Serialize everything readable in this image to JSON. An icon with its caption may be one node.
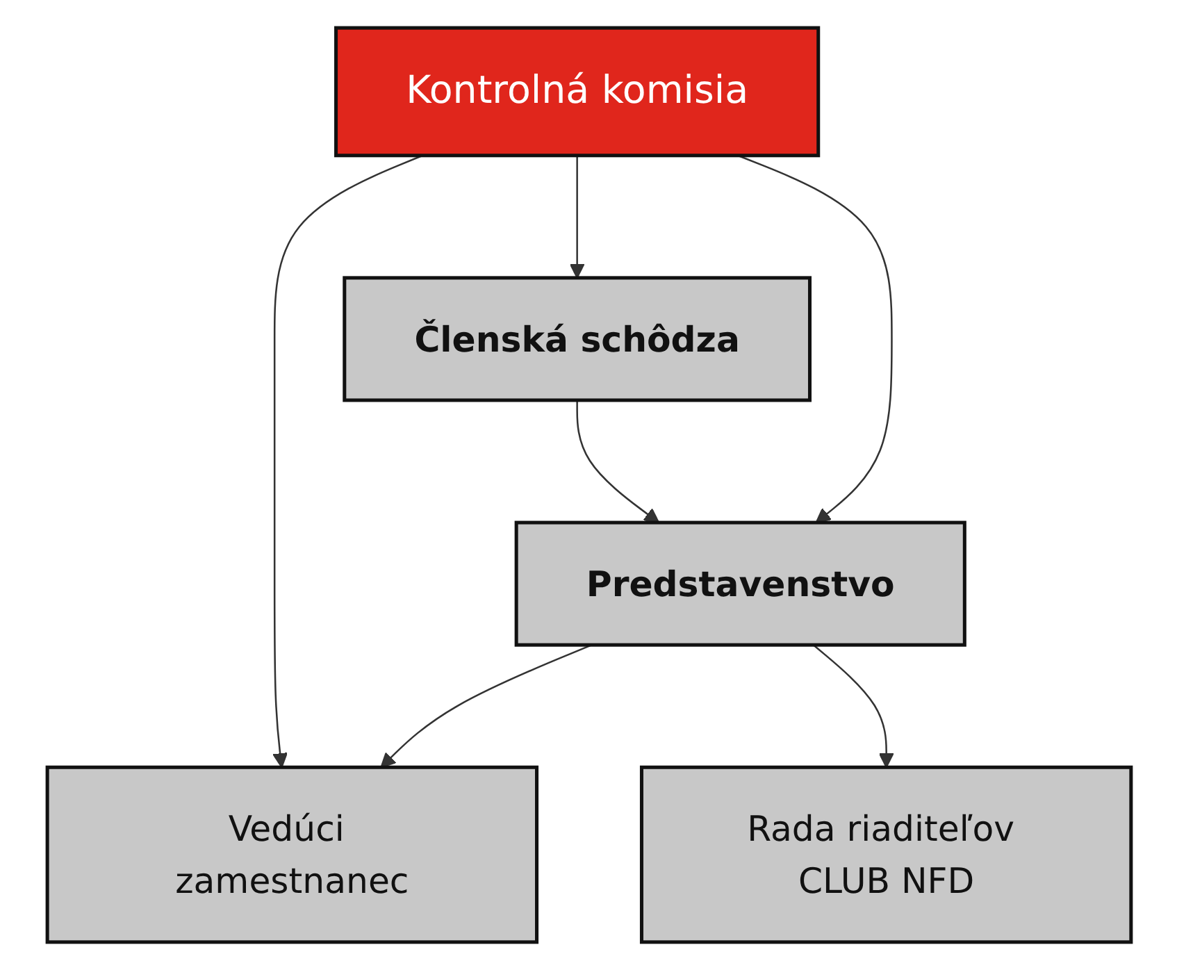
{
  "diagram": {
    "nodes": [
      {
        "text": [
          "Členská schôdza"
        ]
      },
      {
        "text": [
          "Kontrolná komisia"
        ]
      },
      {
        "text": [
          "Predstavenstvo"
        ]
      },
      {
        "text": [
          "Vedúci zamestnanec"
        ]
      },
      {
        "text": [
          "Rada riaditeľov CLUB NFD"
        ]
      }
    ],
    "edges": [
      {
        "from": 1,
        "to": 0,
        "arrow": "to"
      },
      {
        "from": 0,
        "to": 2,
        "arrow": "to"
      },
      {
        "from": 1,
        "to": 2,
        "arrow": "to"
      },
      {
        "from": 1,
        "to": 3,
        "arrow": "to"
      },
      {
        "from": 2,
        "to": 3,
        "arrow": "to"
      },
      {
        "from": 2,
        "to": 4,
        "arrow": "to"
      }
    ]
  }
}
